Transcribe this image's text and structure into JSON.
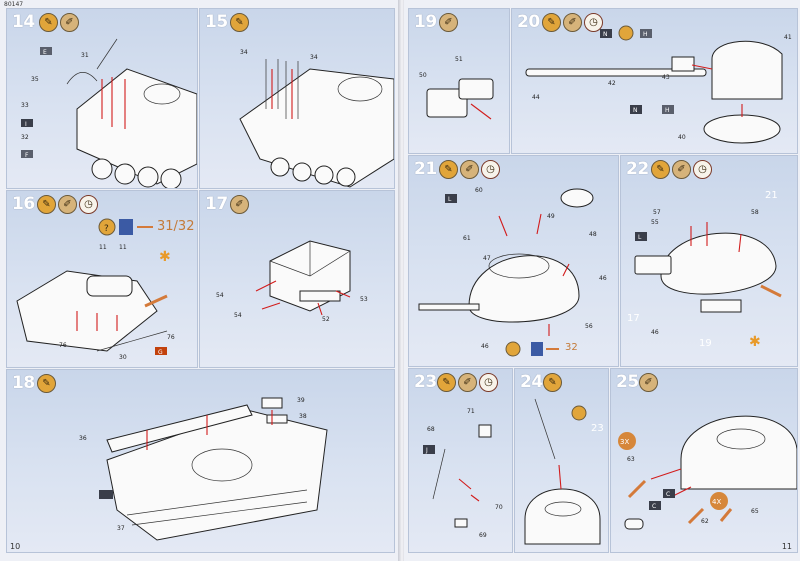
{
  "document": {
    "code": "80147",
    "pages": {
      "left": "10",
      "right": "11"
    }
  },
  "steps": [
    {
      "number": "14",
      "icons": [
        "glue-icon",
        "paint-icon"
      ],
      "labels": [
        "31",
        "35",
        "33",
        "32",
        "E",
        "I",
        "F"
      ]
    },
    {
      "number": "15",
      "icons": [
        "glue-icon"
      ],
      "labels": [
        "34",
        "34"
      ]
    },
    {
      "number": "16",
      "icons": [
        "glue-icon",
        "paint-icon",
        "clock-icon"
      ],
      "reference": "31/32",
      "labels": [
        "11",
        "11",
        "76",
        "76",
        "30",
        "G"
      ]
    },
    {
      "number": "17",
      "icons": [
        "paint-icon"
      ],
      "labels": [
        "54",
        "54",
        "53",
        "52"
      ]
    },
    {
      "number": "18",
      "icons": [
        "glue-icon"
      ],
      "labels": [
        "39",
        "38",
        "37",
        "36"
      ]
    },
    {
      "number": "19",
      "icons": [
        "paint-icon"
      ],
      "labels": [
        "50",
        "51"
      ]
    },
    {
      "number": "20",
      "icons": [
        "glue-icon",
        "paint-icon",
        "clock-icon"
      ],
      "labels": [
        "N",
        "H",
        "41",
        "42",
        "43",
        "44",
        "N",
        "H",
        "40"
      ]
    },
    {
      "number": "21",
      "icons": [
        "glue-icon",
        "paint-icon",
        "clock-icon"
      ],
      "reference": "32",
      "labels": [
        "L",
        "60",
        "61",
        "47",
        "49",
        "48",
        "46",
        "46",
        "56"
      ]
    },
    {
      "number": "22",
      "icons": [
        "glue-icon",
        "paint-icon",
        "clock-icon"
      ],
      "labels": [
        "21",
        "58",
        "57",
        "55",
        "L",
        "17",
        "19",
        "46"
      ]
    },
    {
      "number": "23",
      "icons": [
        "glue-icon",
        "paint-icon",
        "clock-icon"
      ],
      "labels": [
        "68",
        "71",
        "J",
        "70",
        "69"
      ]
    },
    {
      "number": "24",
      "icons": [
        "glue-icon"
      ],
      "labels": [
        "23"
      ]
    },
    {
      "number": "25",
      "icons": [
        "paint-icon"
      ],
      "labels": [
        "3X",
        "4X",
        "63",
        "62",
        "65",
        "C",
        "C"
      ]
    }
  ]
}
